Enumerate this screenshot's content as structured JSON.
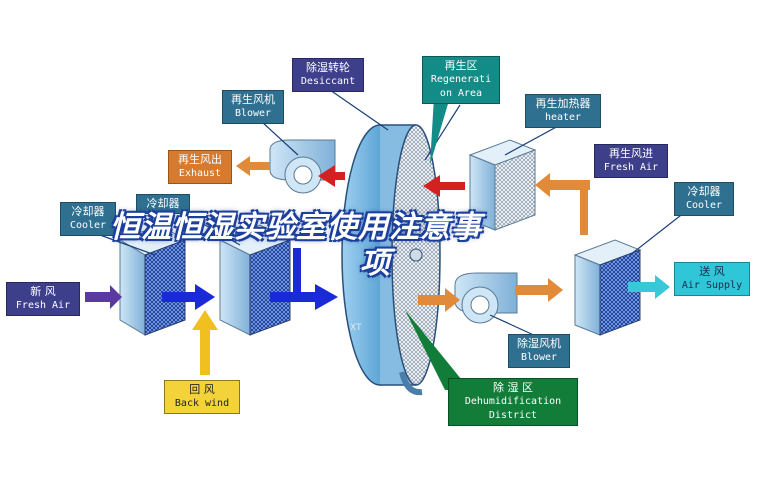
{
  "banner": {
    "line1": "恒温恒湿实验室使用注意事",
    "line2": "项"
  },
  "labels": {
    "desiccant": {
      "cn": "除湿转轮",
      "en": "Desiccant"
    },
    "regeneration": {
      "cn": "再生区",
      "en1": "Regenerati",
      "en2": "on Area"
    },
    "regen_blower": {
      "cn": "再生风机",
      "en": "Blower"
    },
    "regen_heater": {
      "cn": "再生加热器",
      "en": "heater"
    },
    "exhaust": {
      "cn": "再生风出",
      "en": "Exhaust"
    },
    "regen_fresh_air": {
      "cn": "再生风进",
      "en": "Fresh Air"
    },
    "cooler_left": {
      "cn": "冷却器",
      "en": "Cooler"
    },
    "cooler_left2": {
      "cn": "冷却器"
    },
    "cooler_right": {
      "cn": "冷却器",
      "en": "Cooler"
    },
    "fresh_air": {
      "cn": "新    风",
      "en": "Fresh Air"
    },
    "air_supply": {
      "cn": "送  风",
      "en": "Air Supply"
    },
    "back_wind": {
      "cn": "回    风",
      "en": "Back wind"
    },
    "dehum_blower": {
      "cn": "除湿风机",
      "en": "Blower"
    },
    "dehum_district": {
      "cn": "除    湿    区",
      "en1": "Dehumidification",
      "en2": "District"
    }
  },
  "colors": {
    "box_dark": "#2f6f8f",
    "box_navy": "#3d3f8a",
    "arrow_red": "#d42020",
    "arrow_blue": "#1a2ad6",
    "arrow_orange": "#e08a3a",
    "arrow_yellow": "#f0c020",
    "arrow_purple": "#5a3aa0",
    "arrow_cyan": "#38c8d8",
    "equipment": "#7fb8e0"
  }
}
